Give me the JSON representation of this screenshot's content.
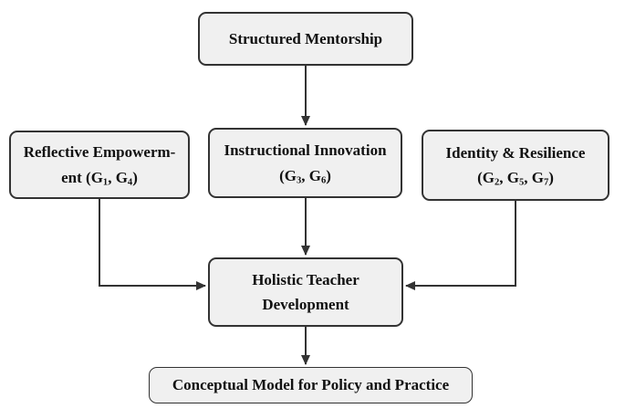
{
  "diagram": {
    "title": "Structured mentorship conceptual model flowchart",
    "colors": {
      "node_fill": "#f0f0f0",
      "node_border": "#333333",
      "arrow": "#333333",
      "text": "#111111",
      "background": "#ffffff"
    },
    "nodes": {
      "structured_mentorship": {
        "label": "Structured Mentorship"
      },
      "reflective_empowerment": {
        "line1": "Reflective Empowerm-",
        "line2": [
          {
            "t": "ent (G"
          },
          {
            "t": "1",
            "sub": true
          },
          {
            "t": ", G"
          },
          {
            "t": "4",
            "sub": true
          },
          {
            "t": ")"
          }
        ]
      },
      "instructional_innovation": {
        "line1": "Instructional Innovation",
        "line2": [
          {
            "t": "(G"
          },
          {
            "t": "3",
            "sub": true
          },
          {
            "t": ", G"
          },
          {
            "t": "6",
            "sub": true
          },
          {
            "t": ")"
          }
        ]
      },
      "identity_resilience": {
        "line1": "Identity & Resilience",
        "line2": [
          {
            "t": "(G"
          },
          {
            "t": "2",
            "sub": true
          },
          {
            "t": ", G"
          },
          {
            "t": "5",
            "sub": true
          },
          {
            "t": ", G"
          },
          {
            "t": "7",
            "sub": true
          },
          {
            "t": ")"
          }
        ]
      },
      "holistic_teacher_development": {
        "line1": "Holistic Teacher",
        "line2": "Development"
      },
      "conceptual_model": {
        "label": "Conceptual Model for Policy and Practice"
      }
    },
    "edges": [
      {
        "from": "structured_mentorship",
        "to": "instructional_innovation",
        "style": "straight-down"
      },
      {
        "from": "reflective_empowerment",
        "to": "holistic_teacher_development",
        "style": "elbow-down-right"
      },
      {
        "from": "instructional_innovation",
        "to": "holistic_teacher_development",
        "style": "straight-down"
      },
      {
        "from": "identity_resilience",
        "to": "holistic_teacher_development",
        "style": "elbow-down-left"
      },
      {
        "from": "holistic_teacher_development",
        "to": "conceptual_model",
        "style": "straight-down"
      }
    ]
  }
}
